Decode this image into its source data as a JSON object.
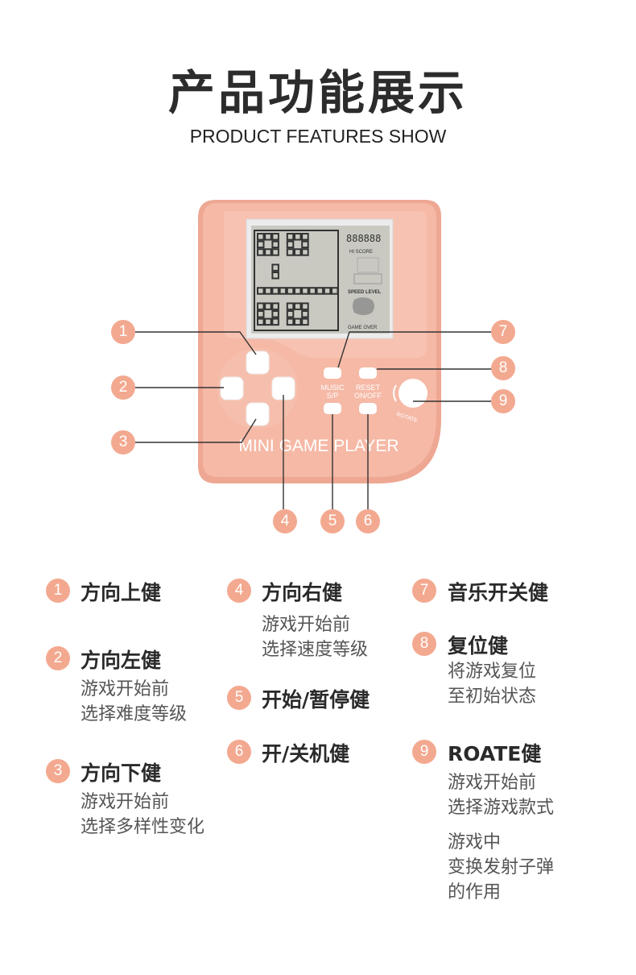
{
  "header": {
    "title": "产品功能展示",
    "subtitle": "PRODUCT FEATURES SHOW"
  },
  "device": {
    "brand_text": "MINI GAME PLAYER",
    "music_label": "MUSIC",
    "sp_label": "S/P",
    "reset_label": "RESET",
    "onoff_label": "ON/OFF",
    "rotate_label": "ROTATE",
    "screen_score": "888888",
    "screen_hiscore": "HI SCORE",
    "screen_speed_level": "SPEED LEVEL",
    "screen_game_over": "GAME OVER",
    "body_color": "#f5b9a6",
    "accent_color": "#f3a990"
  },
  "callouts": [
    "1",
    "2",
    "3",
    "4",
    "5",
    "6",
    "7",
    "8",
    "9"
  ],
  "legend": [
    {
      "num": "1",
      "title": "方向上健",
      "desc": []
    },
    {
      "num": "2",
      "title": "方向左健",
      "desc": [
        "游戏开始前",
        "选择难度等级"
      ]
    },
    {
      "num": "3",
      "title": "方向下健",
      "desc": [
        "游戏开始前",
        "选择多样性变化"
      ]
    },
    {
      "num": "4",
      "title": "方向右健",
      "desc": [
        "游戏开始前",
        "选择速度等级"
      ]
    },
    {
      "num": "5",
      "title": "开始/暂停健",
      "desc": []
    },
    {
      "num": "6",
      "title": "开/关机健",
      "desc": []
    },
    {
      "num": "7",
      "title": "音乐开关健",
      "desc": []
    },
    {
      "num": "8",
      "title": "复位健",
      "desc": [
        "将游戏复位",
        "至初始状态"
      ]
    },
    {
      "num": "9",
      "title": "ROATE健",
      "desc": [
        "游戏开始前",
        "选择游戏款式",
        "游戏中",
        "变换发射子弹",
        "的作用"
      ]
    }
  ]
}
